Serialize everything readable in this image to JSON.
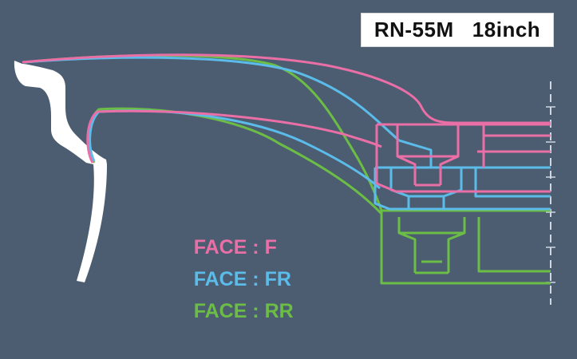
{
  "title": {
    "model": "RN-55M",
    "size": "18inch"
  },
  "legend": [
    {
      "label": "FACE : F",
      "color": "#ea6fa7"
    },
    {
      "label": "FACE : FR",
      "color": "#5bbcea"
    },
    {
      "label": "FACE : RR",
      "color": "#6cbd45"
    }
  ],
  "colors": {
    "background": "#4c5d72",
    "rim_section": "#ffffff",
    "center_axis": "#cfd6df"
  }
}
